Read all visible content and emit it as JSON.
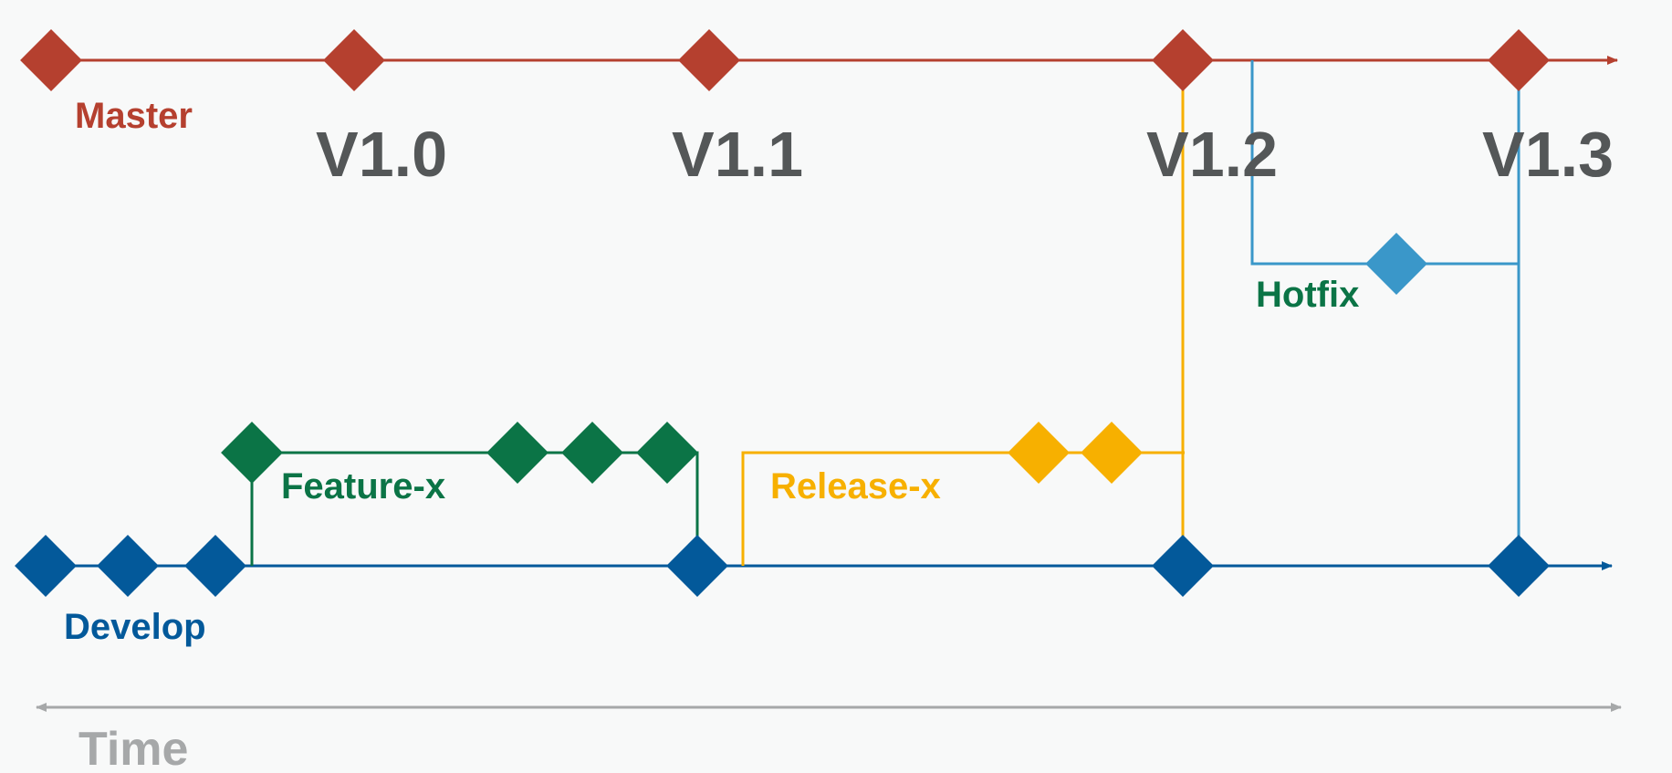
{
  "colors": {
    "master": "#b5402f",
    "develop": "#03599a",
    "feature": "#0b7446",
    "release": "#f7b000",
    "hotfix": "#3a97c9",
    "hotfix_label": "#0b7446",
    "version": "#545758",
    "time": "#a6a8a9",
    "background": "#f8f9f9"
  },
  "branches": {
    "master": {
      "label": "Master"
    },
    "develop": {
      "label": "Develop"
    },
    "feature": {
      "label": "Feature-x"
    },
    "release": {
      "label": "Release-x"
    },
    "hotfix": {
      "label": "Hotfix"
    }
  },
  "versions": [
    "V1.0",
    "V1.1",
    "V1.2",
    "V1.3"
  ],
  "time_axis": {
    "label": "Time"
  }
}
